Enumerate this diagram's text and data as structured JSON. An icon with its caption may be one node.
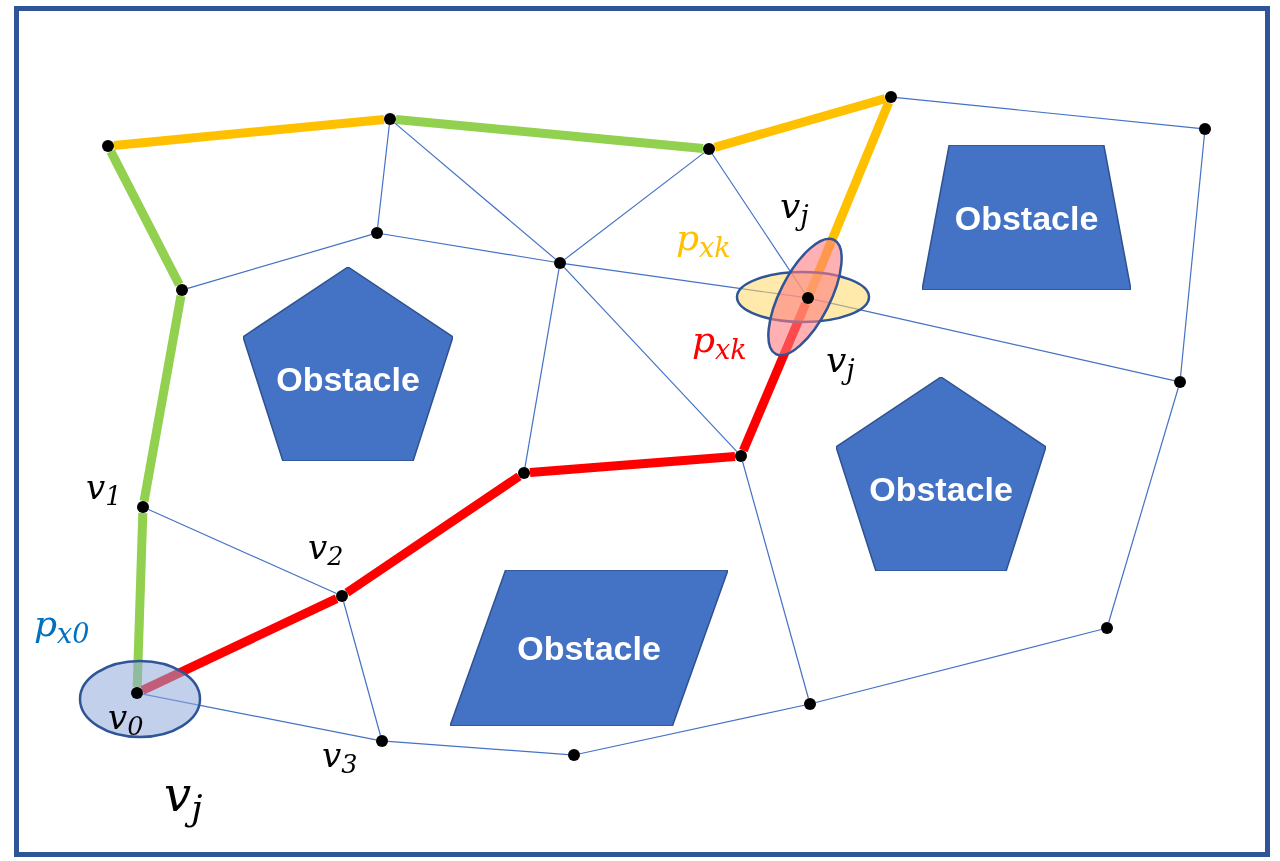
{
  "diagram": {
    "nodes": [
      {
        "text": [
          "Obstacle"
        ]
      },
      {
        "text": [
          "Obstacle"
        ]
      },
      {
        "text": [
          "Obstacle"
        ]
      },
      {
        "text": [
          "Obstacle"
        ]
      },
      {
        "text": [],
        "shape": "circle",
        "beside": [
          "v$_{0}$"
        ]
      },
      {
        "text": [],
        "shape": "circle",
        "beside": [
          "v$_{1}$"
        ]
      },
      {
        "text": [],
        "shape": "circle"
      },
      {
        "text": [],
        "shape": "circle"
      },
      {
        "text": [],
        "shape": "circle"
      },
      {
        "text": [],
        "shape": "circle"
      },
      {
        "text": [],
        "shape": "circle"
      },
      {
        "text": [],
        "shape": "circle"
      },
      {
        "text": [],
        "shape": "circle"
      },
      {
        "text": [],
        "shape": "circle"
      },
      {
        "text": [],
        "shape": "circle"
      },
      {
        "text": [],
        "shape": "circle"
      },
      {
        "text": [],
        "shape": "circle"
      },
      {
        "text": [],
        "shape": "circle",
        "beside": [
          "v$_{2}$"
        ]
      },
      {
        "text": [],
        "shape": "circle",
        "beside": [
          "v$_{3}$"
        ]
      },
      {
        "text": [],
        "shape": "circle"
      },
      {
        "text": [],
        "shape": "circle"
      },
      {
        "text": [],
        "shape": "circle"
      },
      {
        "text": [],
        "shape": "circle"
      }
    ],
    "edges": [
      {
        "from": 4,
        "to": 5,
        "arrow": "none",
        "style": "thick",
        "color": "#92d050"
      },
      {
        "from": 5,
        "to": 6,
        "arrow": "none",
        "style": "thick",
        "color": "#92d050"
      },
      {
        "from": 6,
        "to": 7,
        "arrow": "none",
        "style": "thick",
        "color": "#92d050"
      },
      {
        "from": 7,
        "to": 8,
        "arrow": "none",
        "style": "thick",
        "color": "#ffc000"
      },
      {
        "from": 8,
        "to": 11,
        "arrow": "none",
        "style": "thick",
        "color": "#92d050"
      },
      {
        "from": 11,
        "to": 12,
        "arrow": "none",
        "style": "thick",
        "color": "#ffc000"
      },
      {
        "from": 12,
        "to": 14,
        "arrow": "none",
        "style": "thick",
        "color": "#ffc000"
      },
      {
        "from": 4,
        "to": 17,
        "arrow": "none",
        "style": "thick",
        "color": "#ff0000"
      },
      {
        "from": 17,
        "to": 16,
        "arrow": "none",
        "style": "thick",
        "color": "#ff0000"
      },
      {
        "from": 16,
        "to": 15,
        "arrow": "none",
        "style": "thick",
        "color": "#ff0000"
      },
      {
        "from": 15,
        "to": 14,
        "arrow": "none",
        "style": "thick",
        "color": "#ff0000"
      },
      {
        "from": 6,
        "to": 9,
        "arrow": "none"
      },
      {
        "from": 9,
        "to": 8,
        "arrow": "none"
      },
      {
        "from": 9,
        "to": 10,
        "arrow": "none"
      },
      {
        "from": 8,
        "to": 10,
        "arrow": "none"
      },
      {
        "from": 10,
        "to": 11,
        "arrow": "none"
      },
      {
        "from": 10,
        "to": 14,
        "arrow": "none"
      },
      {
        "from": 14,
        "to": 22,
        "arrow": "none"
      },
      {
        "from": 11,
        "to": 14,
        "arrow": "none"
      },
      {
        "from": 10,
        "to": 16,
        "arrow": "none"
      },
      {
        "from": 10,
        "to": 15,
        "arrow": "none"
      },
      {
        "from": 12,
        "to": 13,
        "arrow": "none"
      },
      {
        "from": 13,
        "to": 22,
        "arrow": "none"
      },
      {
        "from": 22,
        "to": 21,
        "arrow": "none"
      },
      {
        "from": 21,
        "to": 20,
        "arrow": "none"
      },
      {
        "from": 20,
        "to": 19,
        "arrow": "none"
      },
      {
        "from": 19,
        "to": 18,
        "arrow": "none"
      },
      {
        "from": 18,
        "to": 4,
        "arrow": "none"
      },
      {
        "from": 18,
        "to": 17,
        "arrow": "none"
      },
      {
        "from": 17,
        "to": 5,
        "arrow": "none"
      },
      {
        "from": 15,
        "to": 20,
        "arrow": "none"
      }
    ],
    "labels": [
      "v$_{j}$",
      "p$_{x}$$_{k}$",
      "p$_{x}$$_{k}$",
      "v$_{j}$",
      "p$_{x}$$_{0}$",
      "v$_{j}$"
    ]
  }
}
